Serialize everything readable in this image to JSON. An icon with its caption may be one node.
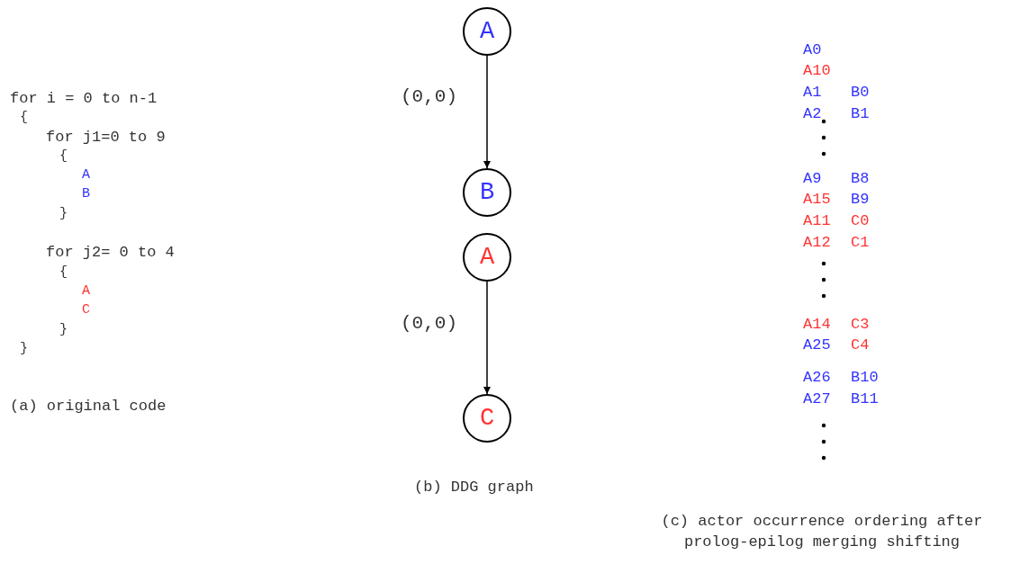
{
  "diagram": {
    "nodes": [
      {
        "text": [
          "A"
        ]
      },
      {
        "text": [
          "B"
        ]
      },
      {
        "text": [
          "A"
        ]
      },
      {
        "text": [
          "C"
        ]
      }
    ],
    "edges": [
      {
        "from": 0,
        "to": 1,
        "arrow": "to",
        "label": "(0,0)"
      },
      {
        "from": 2,
        "to": 3,
        "arrow": "to",
        "label": "(0,0)"
      }
    ],
    "labels": [
      "for i = 0 to n-1",
      "{",
      "for j1=0 to 9",
      "{",
      "A",
      "B",
      "}",
      "for j2= 0 to 4",
      "{",
      "A",
      "C",
      "}",
      "}",
      "(a) original code",
      "(b) DDG graph",
      "A0",
      "A10",
      "A1",
      "B0",
      "A2",
      "B1",
      "A9",
      "B8",
      "A15",
      "B9",
      "A11",
      "C0",
      "A12",
      "C1",
      "A14",
      "C3",
      "A25",
      "C4",
      "A26",
      "B10",
      "A27",
      "B11",
      "(c) actor occurrence ordering after prolog-epilog merging shifting"
    ]
  }
}
